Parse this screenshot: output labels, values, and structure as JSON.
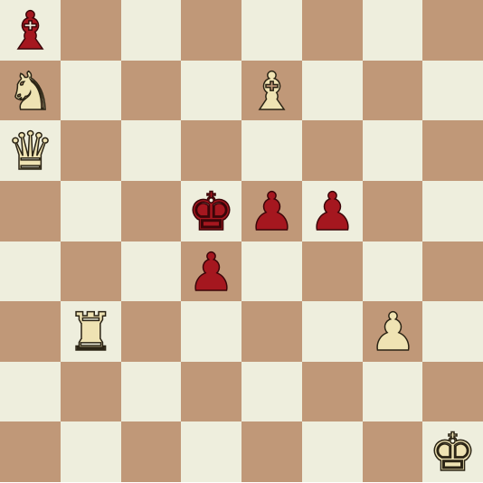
{
  "board": {
    "colors": {
      "light": "#EEEEDD",
      "dark": "#C09878"
    },
    "bottom_left_is_dark": true,
    "pieces": [
      {
        "square": "a8",
        "type": "bishop",
        "color": "black",
        "glyph": "♝"
      },
      {
        "square": "a7",
        "type": "knight",
        "color": "white",
        "glyph": "♞"
      },
      {
        "square": "e7",
        "type": "bishop",
        "color": "white",
        "glyph": "♝"
      },
      {
        "square": "a6",
        "type": "queen",
        "color": "white",
        "glyph": "♛"
      },
      {
        "square": "d5",
        "type": "king",
        "color": "black",
        "glyph": "♚"
      },
      {
        "square": "e5",
        "type": "pawn",
        "color": "black",
        "glyph": "♟"
      },
      {
        "square": "f5",
        "type": "pawn",
        "color": "black",
        "glyph": "♟"
      },
      {
        "square": "d4",
        "type": "pawn",
        "color": "black",
        "glyph": "♟"
      },
      {
        "square": "b3",
        "type": "rook",
        "color": "white",
        "glyph": "♜"
      },
      {
        "square": "g3",
        "type": "pawn",
        "color": "white",
        "glyph": "♟"
      },
      {
        "square": "h1",
        "type": "king",
        "color": "white",
        "glyph": "♚"
      }
    ]
  }
}
